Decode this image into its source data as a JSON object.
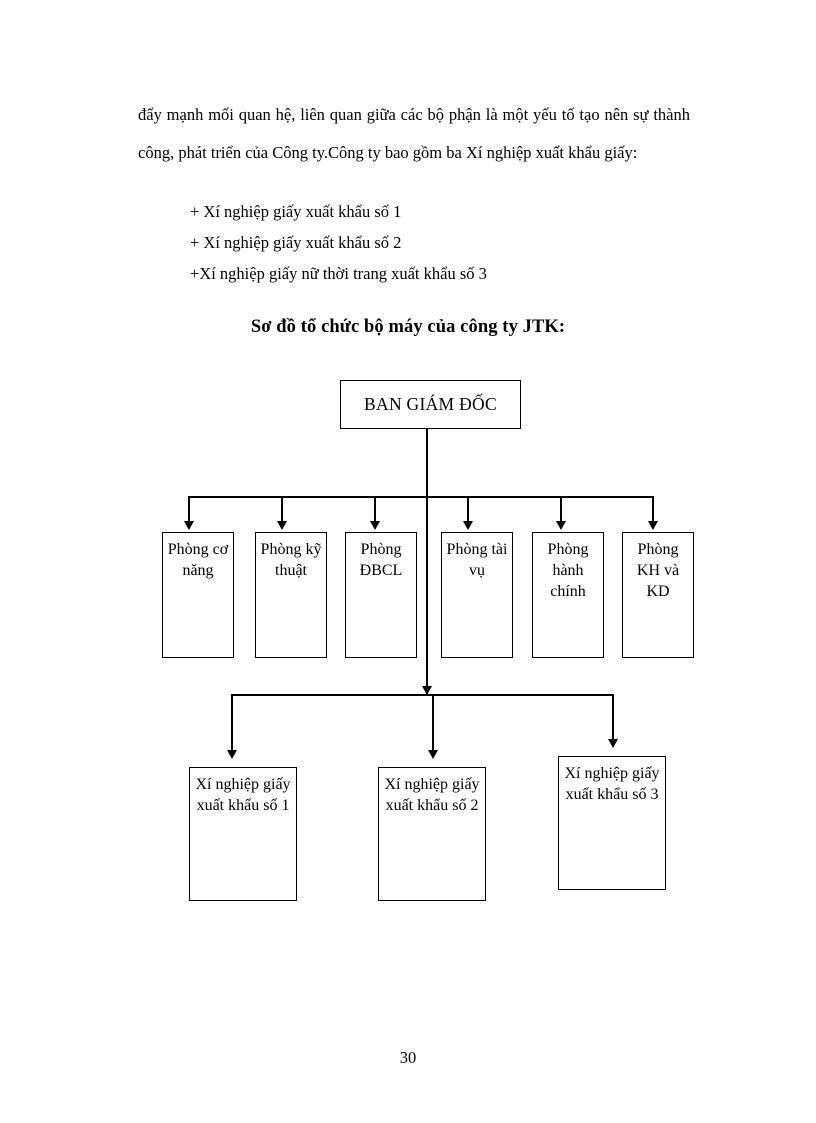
{
  "page": {
    "number": "30"
  },
  "body": {
    "paragraph": "đẩy mạnh mối quan hệ, liên quan giữa các bộ phận là một yếu tố tạo nên sự thành công, phát triển của Công ty.Công ty bao gồm ba Xí nghiệp  xuất khẩu giấy:",
    "list": [
      "+ Xí nghiệp giấy xuất khẩu số 1",
      "+ Xí nghiệp giấy xuất khẩu số 2",
      "+Xí nghiệp giấy nữ thời trang xuất khẩu số 3"
    ]
  },
  "chart_heading": "Sơ đồ tổ chức bộ máy của công ty JTK:",
  "orgchart": {
    "root": "BAN GIÁM ĐỐC",
    "departments": [
      "Phòng cơ năng",
      "Phòng kỹ thuật",
      "Phòng ĐBCL",
      "Phòng tài vụ",
      "Phòng hành chính",
      "Phòng KH và KD"
    ],
    "units": [
      "Xí nghiệp giấy xuất khẩu số 1",
      "Xí nghiệp giấy xuất khẩu số 2",
      "Xí nghiệp giấy xuất khẩu số 3"
    ],
    "line_color": "#000000",
    "box_border_color": "#000000",
    "background_color": "#ffffff"
  }
}
